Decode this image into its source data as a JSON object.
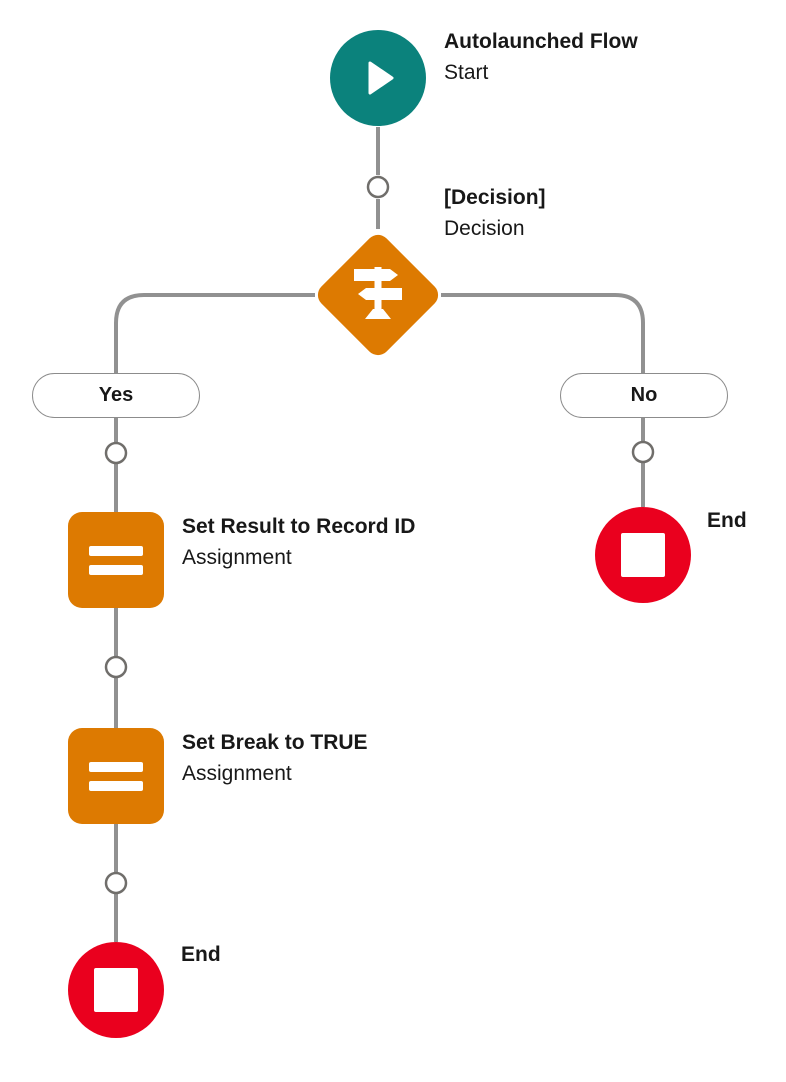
{
  "colors": {
    "start_node": "#0b827c",
    "decision_node": "#dd7a01",
    "assignment_node": "#dd7a01",
    "end_node": "#ea001e",
    "connector": "#919191",
    "connector_dot_border": "#706e6b",
    "branch_pill_border": "#8c8c8c",
    "text": "#181818"
  },
  "flow": {
    "start": {
      "title": "Autolaunched Flow",
      "subtitle": "Start",
      "icon": "play-icon"
    },
    "decision": {
      "title": "[Decision]",
      "subtitle": "Decision",
      "icon": "signpost-icon"
    },
    "branches": [
      {
        "label": "Yes"
      },
      {
        "label": "No"
      }
    ],
    "yes_path": [
      {
        "title": "Set Result to Record ID",
        "subtitle": "Assignment",
        "icon": "assignment-equals-icon"
      },
      {
        "title": "Set Break to TRUE",
        "subtitle": "Assignment",
        "icon": "assignment-equals-icon"
      },
      {
        "label": "End",
        "icon": "stop-icon"
      }
    ],
    "no_path": [
      {
        "label": "End",
        "icon": "stop-icon"
      }
    ]
  }
}
